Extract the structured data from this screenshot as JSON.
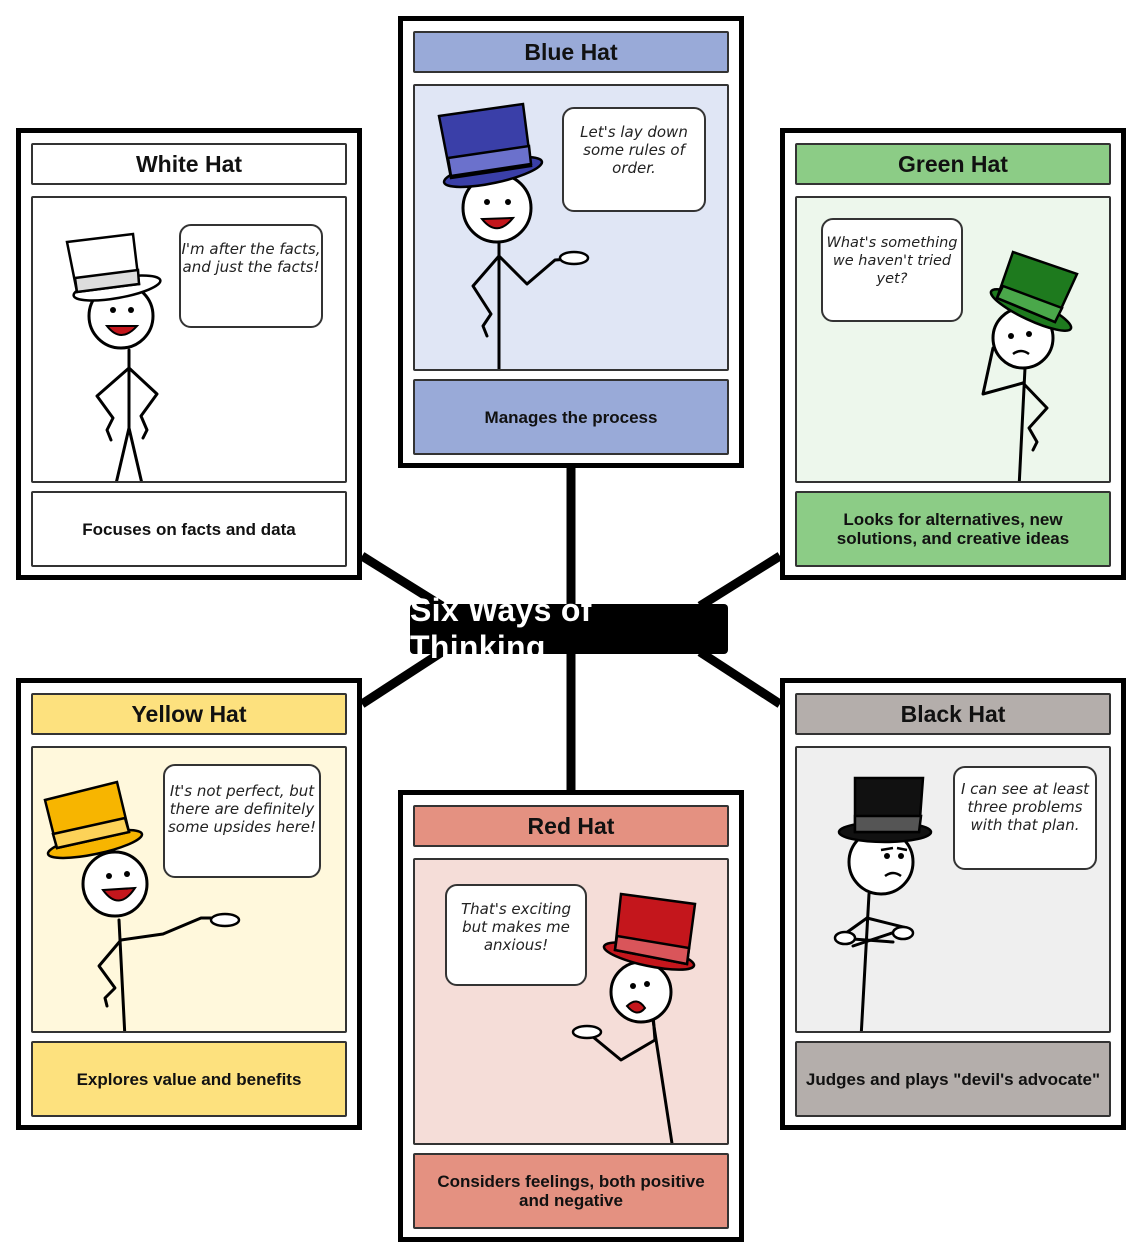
{
  "title": "Six Ways of Thinking",
  "hats": {
    "white": {
      "name": "White Hat",
      "quote": "I'm after the facts, and just the facts!",
      "caption": "Focuses on facts and data",
      "header_color": "#ffffff",
      "scene_color": "#ffffff",
      "caption_color": "#ffffff",
      "hat_color": "#ffffff",
      "band_color": "#dddddd"
    },
    "blue": {
      "name": "Blue Hat",
      "quote": "Let's lay down some rules of order.",
      "caption": "Manages the process",
      "header_color": "#99aad8",
      "scene_color": "#e0e6f5",
      "caption_color": "#99aad8",
      "hat_color": "#3a3fa8",
      "band_color": "#6b71cc"
    },
    "green": {
      "name": "Green Hat",
      "quote": "What's something we haven't tried yet?",
      "caption": "Looks for alternatives, new solutions, and creative ideas",
      "header_color": "#8ccc86",
      "scene_color": "#edf7ec",
      "caption_color": "#8ccc86",
      "hat_color": "#1e7a1e",
      "band_color": "#4aa84a"
    },
    "yellow": {
      "name": "Yellow Hat",
      "quote": "It's not perfect, but there are definitely some upsides here!",
      "caption": "Explores value and benefits",
      "header_color": "#fde17e",
      "scene_color": "#fff8dc",
      "caption_color": "#fde17e",
      "hat_color": "#f7b500",
      "band_color": "#fcd258"
    },
    "red": {
      "name": "Red Hat",
      "quote": "That's exciting but makes me anxious!",
      "caption": "Considers feelings, both positive and negative",
      "header_color": "#e49181",
      "scene_color": "#f5ddd8",
      "caption_color": "#e49181",
      "hat_color": "#c4161c",
      "band_color": "#d9555a"
    },
    "black": {
      "name": "Black Hat",
      "quote": "I can see at least three problems with that plan.",
      "caption": "Judges and plays \"devil's advocate\"",
      "header_color": "#b4aeab",
      "scene_color": "#efefef",
      "caption_color": "#b4aeab",
      "hat_color": "#111111",
      "band_color": "#555555"
    }
  }
}
